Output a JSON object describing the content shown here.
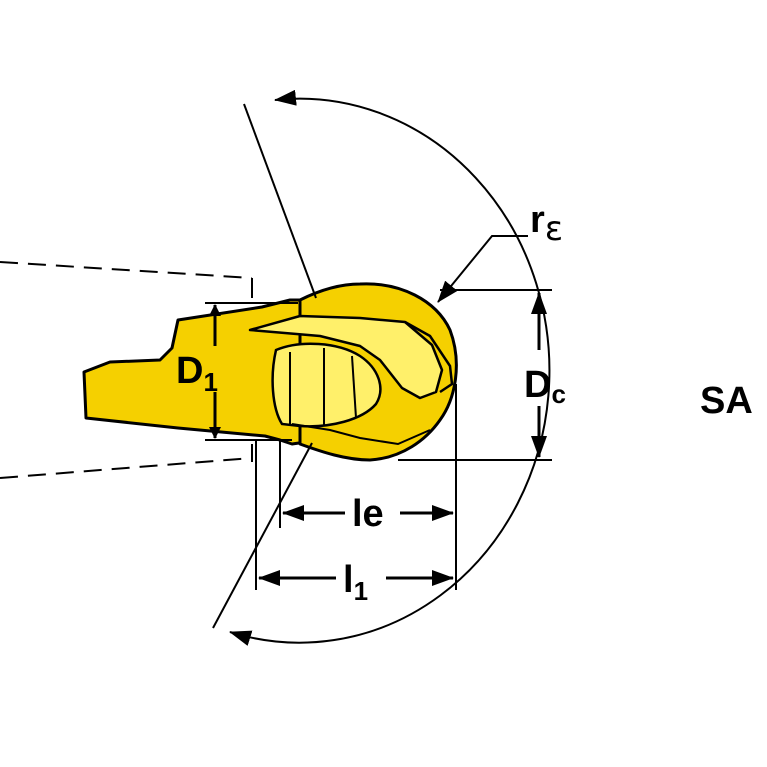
{
  "labels": {
    "d1_main": "D",
    "d1_sub": "1",
    "dc_main": "D",
    "dc_sub": "c",
    "re_main": "r",
    "re_sub": "ε",
    "le": "le",
    "l1_main": "l",
    "l1_sub": "1",
    "sa": "SA"
  },
  "colors": {
    "insert_fill": "#f5d000",
    "insert_highlight": "#fff06a",
    "insert_shadow": "#c9a600",
    "line": "#000000",
    "background": "#ffffff"
  }
}
